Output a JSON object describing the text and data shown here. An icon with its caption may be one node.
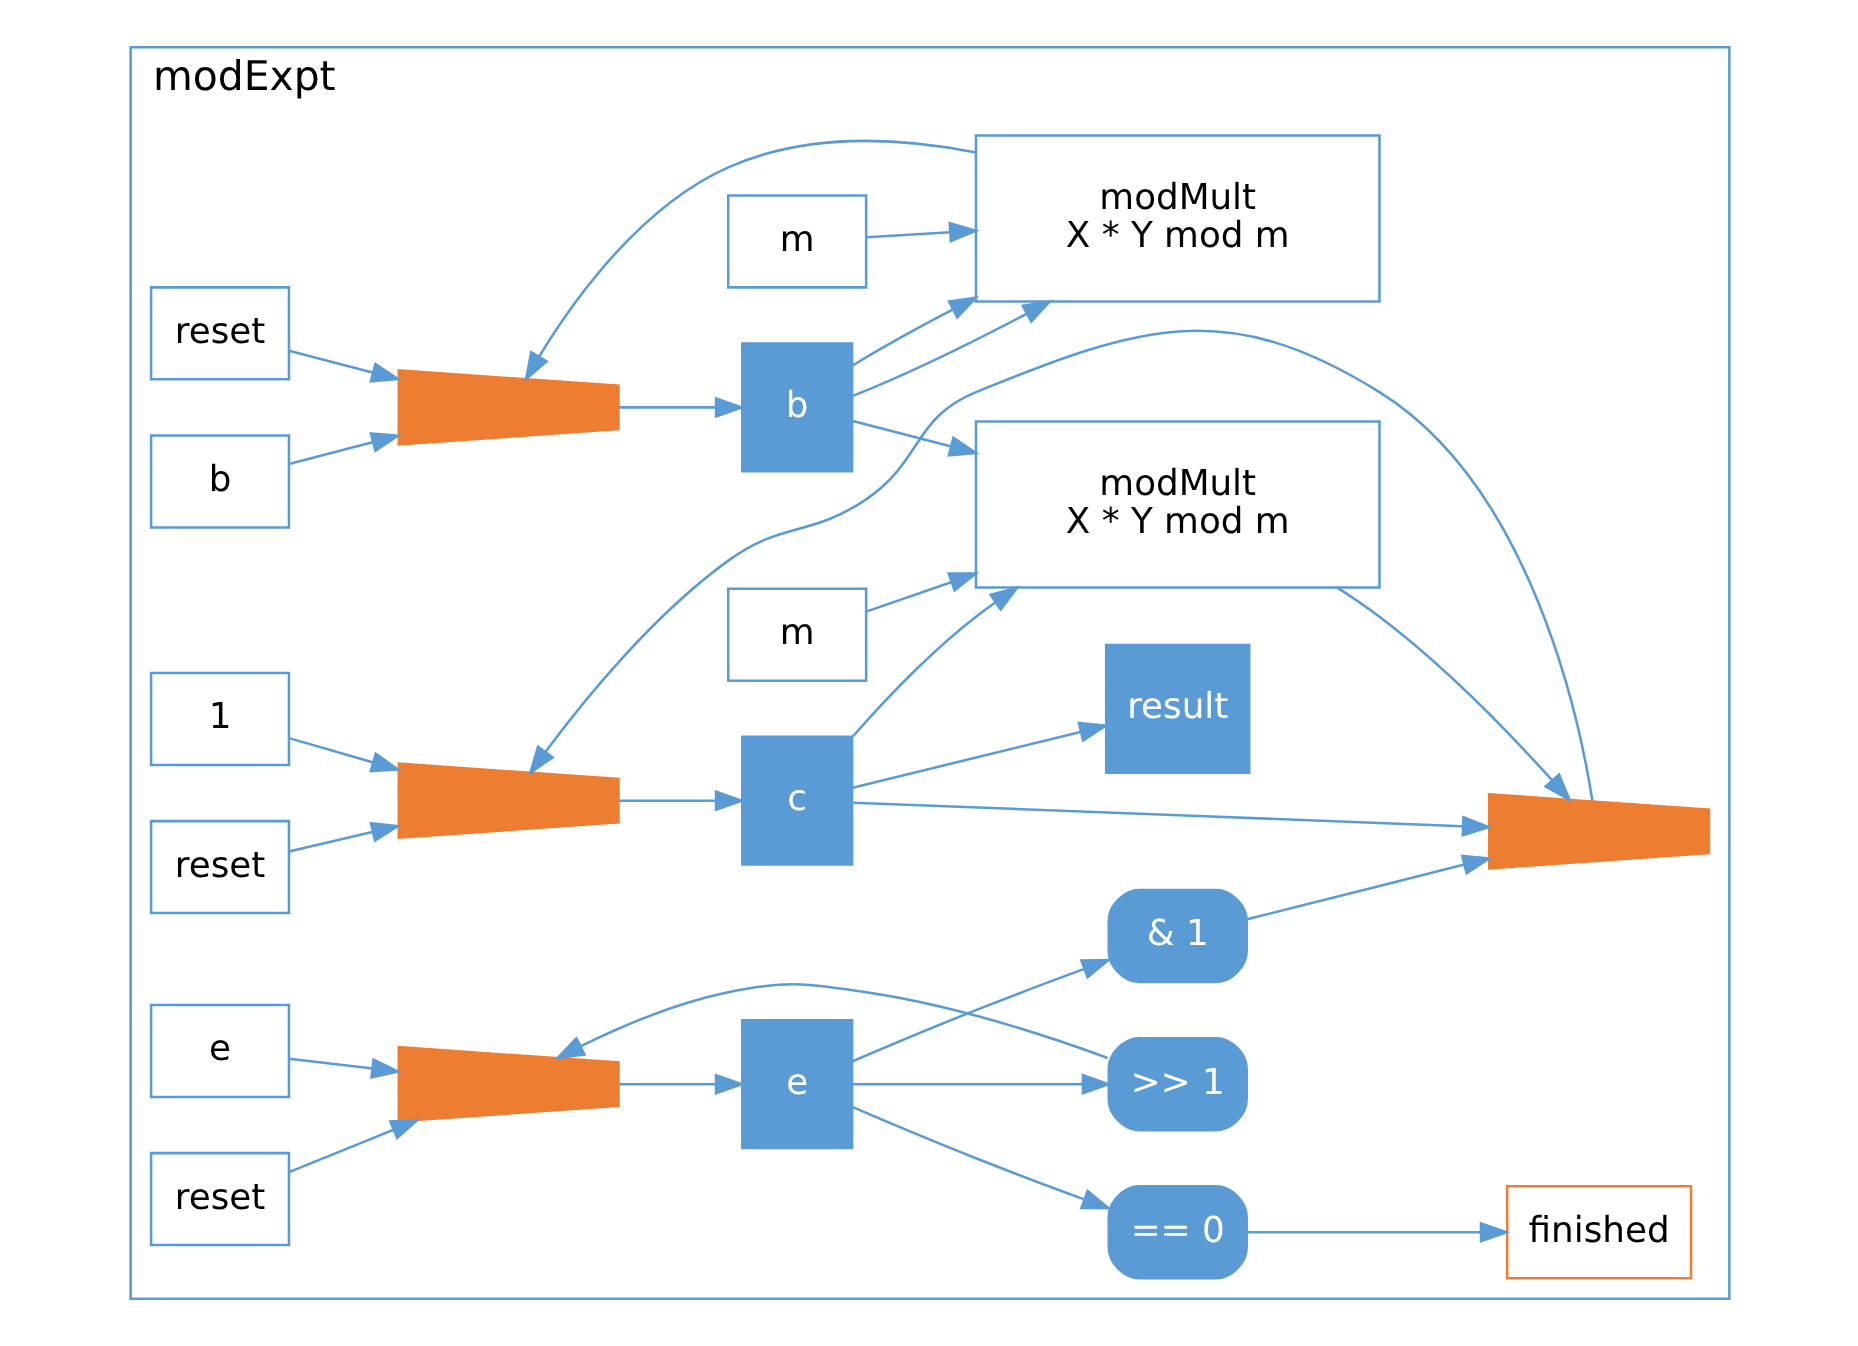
{
  "diagram": {
    "nodes": [
      {
        "text": [
          "modExpt"
        ]
      },
      {
        "text": [
          "reset"
        ],
        "in": 0
      },
      {
        "text": [
          "b"
        ],
        "in": 0
      },
      {
        "text": [],
        "shape": "trapezoid",
        "in": 0
      },
      {
        "text": [
          "b"
        ],
        "in": 0
      },
      {
        "text": [
          "modMult",
          "X * Y mod m"
        ],
        "in": 0
      },
      {
        "text": [
          "m"
        ],
        "in": 0
      },
      {
        "text": [
          "1"
        ],
        "in": 0
      },
      {
        "text": [],
        "shape": "trapezoid",
        "in": 0
      },
      {
        "text": [
          "c"
        ],
        "in": 0
      },
      {
        "text": [
          "reset"
        ],
        "in": 0
      },
      {
        "text": [
          "modMult",
          "X * Y mod m"
        ],
        "in": 0
      },
      {
        "text": [
          "m"
        ],
        "in": 0
      },
      {
        "text": [
          "e"
        ],
        "in": 0
      },
      {
        "text": [],
        "shape": "trapezoid",
        "in": 0
      },
      {
        "text": [
          "e"
        ],
        "in": 0
      },
      {
        "text": [
          "reset"
        ],
        "in": 0
      },
      {
        "text": [],
        "shape": "trapezoid",
        "in": 0
      },
      {
        "text": [
          "result"
        ],
        "in": 0
      },
      {
        "text": [
          "& 1"
        ],
        "in": 0
      },
      {
        "text": [
          ">> 1"
        ],
        "in": 0
      },
      {
        "text": [
          "== 0"
        ],
        "in": 0
      },
      {
        "text": [
          "finished"
        ],
        "in": 0
      }
    ],
    "edges": [
      {
        "from": 1,
        "to": 3,
        "arrow": "to"
      },
      {
        "from": 2,
        "to": 3,
        "arrow": "to"
      },
      {
        "from": 3,
        "to": 4,
        "arrow": "to"
      },
      {
        "from": 4,
        "to": 5,
        "arrow": "to"
      },
      {
        "from": 4,
        "to": 5,
        "arrow": "to"
      },
      {
        "from": 6,
        "to": 5,
        "arrow": "to"
      },
      {
        "from": 5,
        "to": 3,
        "arrow": "to"
      },
      {
        "from": 4,
        "to": 11,
        "arrow": "to"
      },
      {
        "from": 7,
        "to": 8,
        "arrow": "to"
      },
      {
        "from": 10,
        "to": 8,
        "arrow": "to"
      },
      {
        "from": 8,
        "to": 9,
        "arrow": "to"
      },
      {
        "from": 9,
        "to": 11,
        "arrow": "to"
      },
      {
        "from": 12,
        "to": 11,
        "arrow": "to"
      },
      {
        "from": 11,
        "to": 17,
        "arrow": "to"
      },
      {
        "from": 9,
        "to": 17,
        "arrow": "to"
      },
      {
        "from": 9,
        "to": 18,
        "arrow": "to"
      },
      {
        "from": 17,
        "to": 8,
        "arrow": "to"
      },
      {
        "from": 13,
        "to": 14,
        "arrow": "to"
      },
      {
        "from": 16,
        "to": 14,
        "arrow": "to"
      },
      {
        "from": 14,
        "to": 15,
        "arrow": "to"
      },
      {
        "from": 15,
        "to": 19,
        "arrow": "to"
      },
      {
        "from": 15,
        "to": 20,
        "arrow": "to"
      },
      {
        "from": 15,
        "to": 21,
        "arrow": "to"
      },
      {
        "from": 20,
        "to": 14,
        "arrow": "to"
      },
      {
        "from": 19,
        "to": 17,
        "arrow": "to"
      },
      {
        "from": 21,
        "to": 22,
        "arrow": "to"
      }
    ]
  }
}
